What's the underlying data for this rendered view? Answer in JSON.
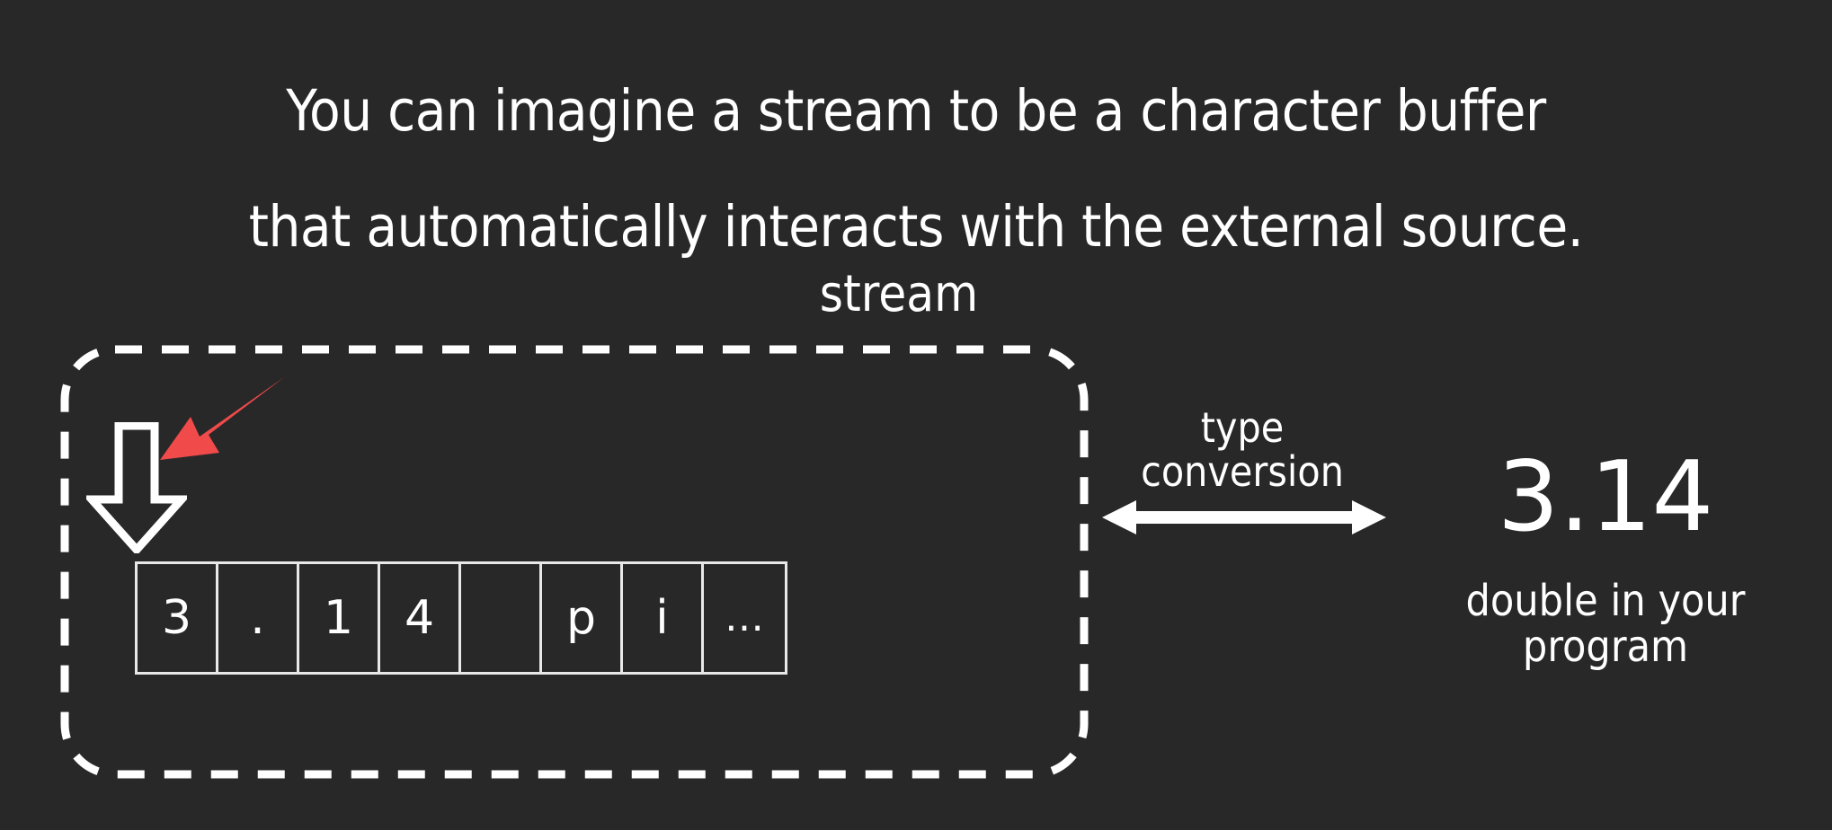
{
  "slide": {
    "background_color": "#282828",
    "text_color": "#ffffff",
    "accent_color": "#f04a4a",
    "line_color": "#e8e8e8"
  },
  "title": {
    "line1": "You can imagine a stream to be a character buffer",
    "line2": "that automatically interacts with the external source."
  },
  "stream": {
    "label": "stream",
    "buffer": {
      "cells": [
        {
          "char": "3"
        },
        {
          "char": "."
        },
        {
          "char": "1"
        },
        {
          "char": "4"
        },
        {
          "char": ""
        },
        {
          "char": "p"
        },
        {
          "char": "i"
        },
        {
          "char": "…"
        }
      ]
    },
    "input_arrow_name": "down-arrow-icon",
    "highlight_pointer_name": "red-arrow-pointer-icon"
  },
  "conversion": {
    "label_line1": "type",
    "label_line2": "conversion",
    "arrow_name": "double-headed-arrow-icon"
  },
  "value": {
    "number": "3.14",
    "caption_line1": "double in your",
    "caption_line2": "program"
  }
}
